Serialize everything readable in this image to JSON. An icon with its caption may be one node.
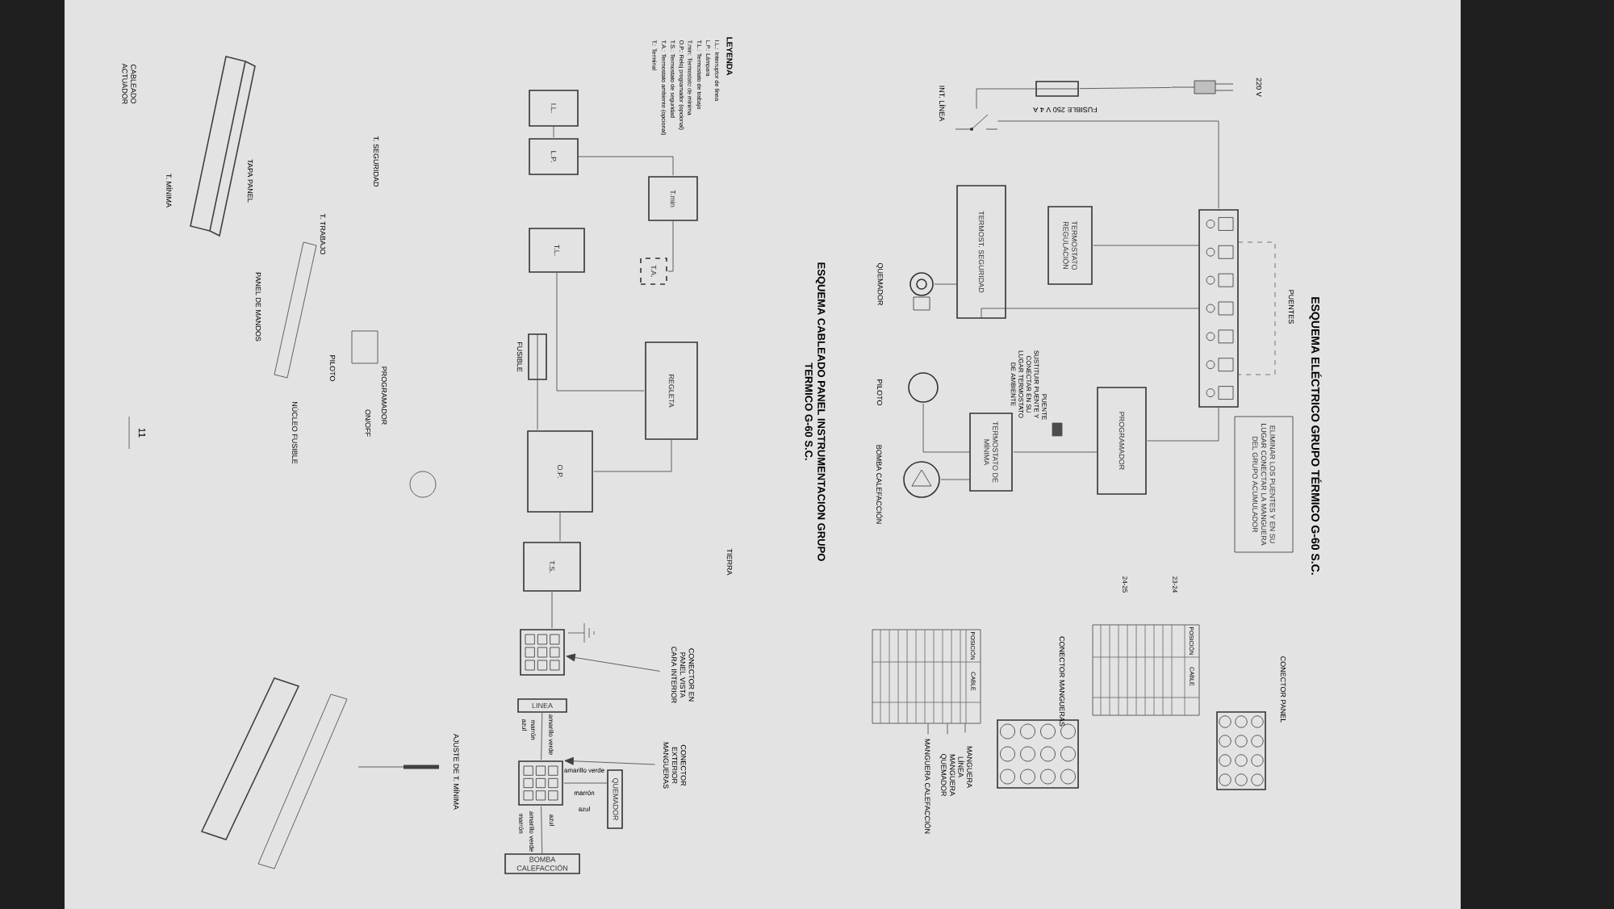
{
  "diagram": {
    "title": "ESQUEMA ELÉCTRICO GRUPO TÉRMICO G-60 S.C.",
    "nodes": [
      {
        "text": [],
        "shape": "picture",
        "beside": [
          "220 V"
        ]
      },
      {
        "text": [],
        "shape": "box",
        "beside": [
          "FUSIBLE 250 V 4 A"
        ]
      },
      {
        "text": [],
        "shape": "picture",
        "beside": [
          "INT. LÍNEA"
        ]
      },
      {
        "text": [],
        "shape": "box"
      },
      {
        "text": [
          "TERMOST. SEGURIDAD"
        ]
      },
      {
        "text": [
          "TERMOSTATO REGULACIÓN"
        ]
      },
      {
        "text": [],
        "shape": "circle",
        "beside": [
          "QUEMADOR"
        ]
      },
      {
        "text": [],
        "shape": "circle",
        "beside": [
          "PILOTO"
        ]
      },
      {
        "text": [],
        "shape": "circle",
        "beside": [
          "BOMBA CALEFACCIÓN"
        ]
      },
      {
        "text": [
          "TERMOSTATO DE MÍNIMA"
        ]
      },
      {
        "text": [
          "PROGRAMADOR"
        ]
      },
      {
        "text": [
          "ELIMINAR LOS PUENTES Y EN SU LUGAR CONECTAR LA MANGUERA DEL GRUPO ACUMULADOR"
        ]
      },
      {
        "text": [
          "ESQUEMA CABLEADO PANEL INSTRUMENTACION GRUPO TERMICO G-60 S.C."
        ]
      },
      {
        "text": [
          "I.L."
        ]
      },
      {
        "text": [
          "L.P."
        ]
      },
      {
        "text": [
          "T.min"
        ]
      },
      {
        "text": [
          "T.A."
        ]
      },
      {
        "text": [
          "T.L."
        ]
      },
      {
        "text": [],
        "shape": "box",
        "beside": [
          "FUSIBLE"
        ]
      },
      {
        "text": [
          "REGLETA"
        ]
      },
      {
        "text": [
          "O.P."
        ]
      },
      {
        "text": [
          "T.S."
        ]
      },
      {
        "text": [],
        "shape": "box"
      },
      {
        "text": [
          "CONECTOR EN PANEL VISTA CARA INTERIOR"
        ]
      },
      {
        "text": [],
        "shape": "box"
      },
      {
        "text": [
          "CONECTOR EXTERIOR MANGUERAS"
        ]
      },
      {
        "text": [
          "LINEA"
        ]
      },
      {
        "text": [
          "QUEMADOR"
        ]
      },
      {
        "text": [
          "BOMBA CALEFACCIÓN"
        ]
      },
      {
        "text": [],
        "shape": "box",
        "beside": [
          "CONECTOR PANEL"
        ]
      },
      {
        "text": [],
        "shape": "box",
        "beside": [
          "CONECTOR MANGUERAS"
        ]
      },
      {
        "text": [
          "MANGUERA LÍNEA"
        ]
      },
      {
        "text": [
          "MANGUERA QUEMADOR"
        ]
      },
      {
        "text": [
          "MANGUERA CALEFACCIÓN"
        ]
      },
      {
        "text": [
          "POSICIÓN",
          "CABLE"
        ]
      },
      {
        "text": [
          "POSICIÓN",
          "CABLE"
        ]
      }
    ],
    "edges": [
      {
        "from": 0,
        "to": 1,
        "arrow": "none"
      },
      {
        "from": 1,
        "to": 2,
        "arrow": "none"
      },
      {
        "from": 2,
        "to": 3,
        "arrow": "none"
      },
      {
        "from": 3,
        "to": 4,
        "arrow": "none"
      },
      {
        "from": 3,
        "to": 5,
        "arrow": "none"
      },
      {
        "from": 4,
        "to": 6,
        "arrow": "none"
      },
      {
        "from": 3,
        "to": 10,
        "arrow": "none"
      },
      {
        "from": 10,
        "to": 9,
        "arrow": "none"
      },
      {
        "from": 9,
        "to": 8,
        "arrow": "none"
      },
      {
        "from": 9,
        "to": 7,
        "arrow": "none"
      },
      {
        "from": 13,
        "to": 14,
        "arrow": "none"
      },
      {
        "from": 14,
        "to": 15,
        "arrow": "none"
      },
      {
        "from": 15,
        "to": 16,
        "arrow": "none"
      },
      {
        "from": 17,
        "to": 19,
        "arrow": "none"
      },
      {
        "from": 18,
        "to": 20,
        "arrow": "none"
      },
      {
        "from": 19,
        "to": 20,
        "arrow": "none"
      },
      {
        "from": 20,
        "to": 21,
        "arrow": "none"
      },
      {
        "from": 21,
        "to": 22,
        "arrow": "none"
      },
      {
        "from": 23,
        "to": 22,
        "arrow": "to"
      },
      {
        "from": 25,
        "to": 24,
        "arrow": "to"
      },
      {
        "from": 26,
        "to": 24,
        "arrow": "none"
      },
      {
        "from": 27,
        "to": 24,
        "arrow": "none"
      },
      {
        "from": 28,
        "to": 24,
        "arrow": "none"
      },
      {
        "from": 34,
        "to": 31,
        "arrow": "none"
      },
      {
        "from": 34,
        "to": 32,
        "arrow": "none"
      },
      {
        "from": 34,
        "to": 33,
        "arrow": "none"
      }
    ],
    "labels": [
      "PUENTES",
      "SUSTITUIR PUENTE Y CONECTAR EN SU LUGAR TERMOSTATO DE AMBIENTE",
      "PUENTE",
      "24-25",
      "23-24",
      "LEYENDA",
      "I.L.: Interruptor de línea",
      "L.P.: Lámpara",
      "T.L.: Termostato de trabajo",
      "T.min: Termostato de mínima",
      "O.P.: Reloj programador (opcional)",
      "T.S.: Termostato de seguridad",
      "T.A.: Termostato ambiente (opcional)",
      "T.: Terminal",
      "TIERRA",
      "azul",
      "marrón",
      "amarillo verde",
      "amarillo verde",
      "marrón",
      "azul",
      "marrón",
      "amarillo verde",
      "azul",
      "CABLEADO ACTUADOR",
      "T. SEGURIDAD",
      "T. TRABAJO",
      "TAPA PANEL",
      "T. MÍNIMA",
      "PANEL DE MANDOS",
      "PROGRAMADOR",
      "PILOTO",
      "ON/OFF",
      "NÚCLEO FUSIBLE",
      "AJUSTE DE T. MÍNIMA",
      "11"
    ]
  }
}
